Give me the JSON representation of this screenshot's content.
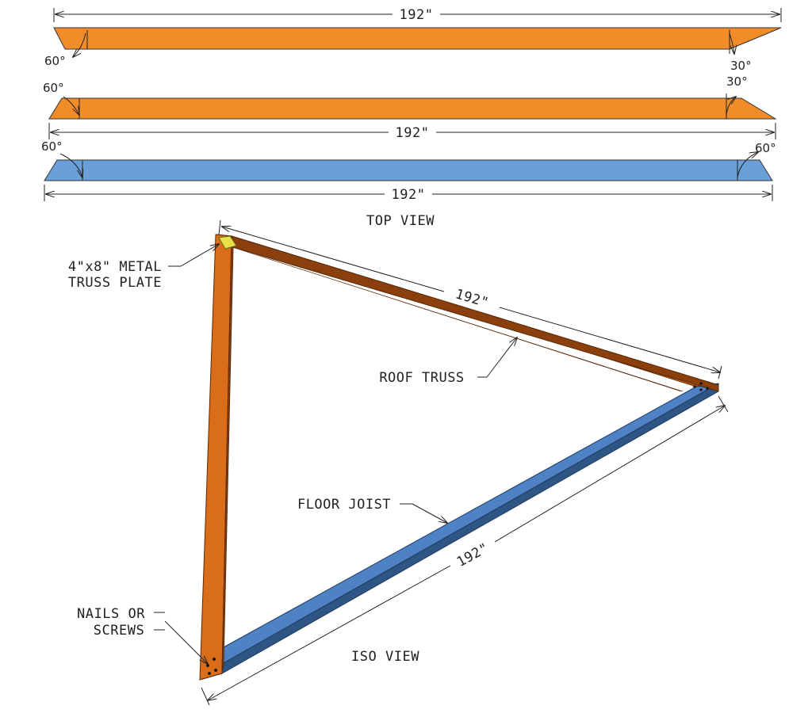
{
  "top_view": {
    "title": "TOP VIEW",
    "board1": {
      "length": "192\"",
      "angle_left": "60°",
      "angle_right": "30°"
    },
    "board2": {
      "length": "192\"",
      "angle_left": "60°",
      "angle_right": "30°"
    },
    "board3": {
      "length": "192\"",
      "angle_left": "60°",
      "angle_right": "60°"
    }
  },
  "iso_view": {
    "title": "ISO VIEW",
    "plate_label_1": "4\"x8\" METAL",
    "plate_label_2": "TRUSS PLATE",
    "roof_truss_label": "ROOF TRUSS",
    "floor_joist_label": "FLOOR JOIST",
    "fasteners_label_1": "NAILS OR",
    "fasteners_label_2": "SCREWS",
    "dim_truss": "192\"",
    "dim_joist": "192\""
  },
  "colors": {
    "orange_top": "#f28c28",
    "blue_top": "#6a9fd8",
    "orange_iso": "#d96d1a",
    "orange_iso_dark": "#8a3f0c",
    "blue_iso": "#4f82c4",
    "blue_iso_dark": "#2e5583",
    "plate": "#e8e24a"
  }
}
